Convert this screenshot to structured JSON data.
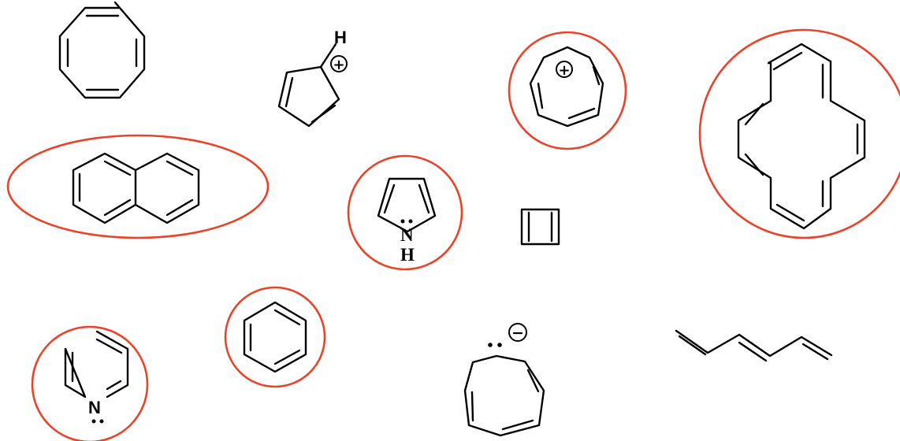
{
  "colors": {
    "circle": "#e8432b",
    "bond": "#000000"
  },
  "molecules": [
    {
      "id": "cyclooctatetraene",
      "circled": false
    },
    {
      "id": "cyclopentadienyl-cation",
      "circled": false,
      "labels": {
        "atom": "H",
        "charge": "+"
      }
    },
    {
      "id": "tropylium",
      "circled": true,
      "labels": {
        "charge": "+"
      }
    },
    {
      "id": "cyclohexadecaoctaene",
      "circled": true
    },
    {
      "id": "naphthalene",
      "circled": true
    },
    {
      "id": "pyrrole",
      "circled": true,
      "labels": {
        "atom": "N",
        "substituent": "H"
      }
    },
    {
      "id": "cyclobutadiene",
      "circled": false
    },
    {
      "id": "pyridine",
      "circled": true,
      "labels": {
        "atom": "N"
      }
    },
    {
      "id": "benzene",
      "circled": true
    },
    {
      "id": "cycloheptatrienyl-anion",
      "circled": false,
      "labels": {
        "charge": "−"
      }
    },
    {
      "id": "hexatriene",
      "circled": false
    }
  ]
}
